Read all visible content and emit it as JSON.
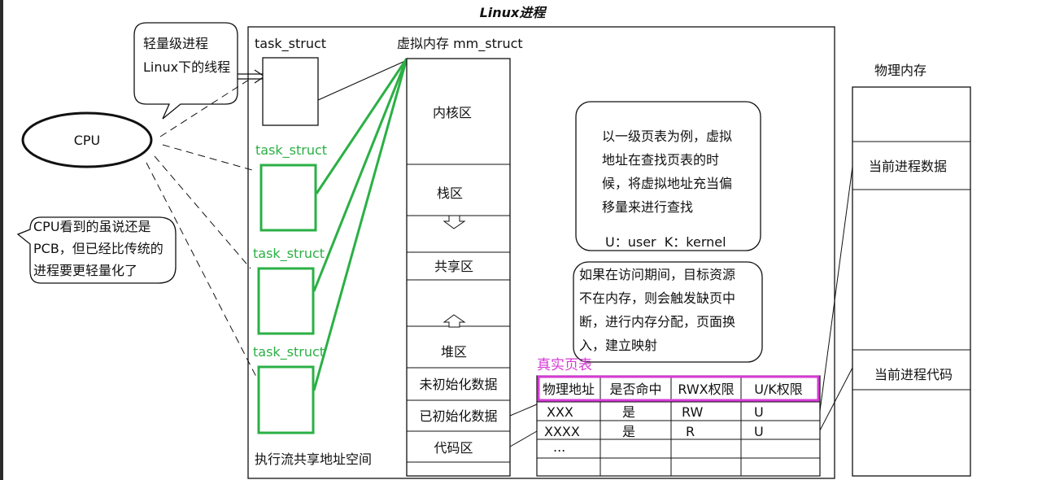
{
  "title": "Linux进程",
  "colors": {
    "stroke": "#111111",
    "green": "#2bb045",
    "magenta": "#d63ad6"
  },
  "cpu": {
    "label": "CPU"
  },
  "callout_lightweight": {
    "lines": [
      "轻量级进程",
      "Linux下的线程"
    ]
  },
  "callout_pcb": {
    "lines": [
      "CPU看到的虽说还是",
      "PCB，但已经比传统的",
      "进程要更轻量化了"
    ]
  },
  "process_space": {
    "task_structs": [
      "task_struct",
      "task_struct",
      "task_struct",
      "task_struct"
    ],
    "footer": "执行流共享地址空间"
  },
  "virtual_memory": {
    "title": "虚拟内存 mm_struct",
    "regions": [
      "内核区",
      "栈区",
      "共享区",
      "堆区",
      "未初始化数据",
      "已初始化数据",
      "代码区"
    ]
  },
  "note_page_table": {
    "lines": [
      "以一级页表为例，虚拟",
      "地址在查找页表的时",
      "候，将虚拟地址充当偏",
      "移量来进行查找"
    ],
    "legend": "U：user  K：kernel"
  },
  "note_page_fault": {
    "lines": [
      "如果在访问期间，目标资源",
      "不在内存，则会触发缺页中",
      "断，进行内存分配，页面换",
      "入，建立映射"
    ]
  },
  "page_table": {
    "title": "真实页表",
    "headers": [
      "物理地址",
      "是否命中",
      "RWX权限",
      "U/K权限"
    ],
    "rows": [
      [
        "XXX",
        "是",
        "RW",
        "U"
      ],
      [
        "XXXX",
        "是",
        "R",
        "U"
      ],
      [
        "...",
        "",
        "",
        ""
      ]
    ]
  },
  "physical_memory": {
    "title": "物理内存",
    "segments": [
      "当前进程数据",
      "当前进程代码"
    ]
  }
}
